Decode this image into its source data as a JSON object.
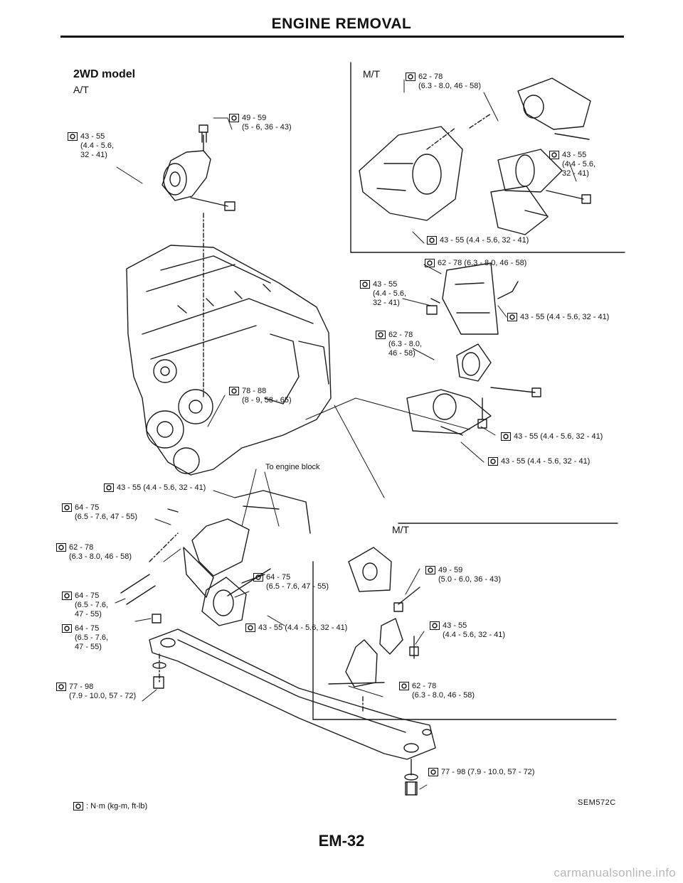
{
  "page": {
    "title": "ENGINE REMOVAL",
    "page_number": "EM-32",
    "figure_code": "SEM572C",
    "watermark": "carmanualsonline.info"
  },
  "left_panel": {
    "heading": "2WD model",
    "subheading": "A/T"
  },
  "panels": {
    "top_right_label": "M/T",
    "middle_right_label": "M/T",
    "engine_block_callout": "To engine block"
  },
  "legend": {
    "text": ": N·m (kg-m, ft-lb)",
    "icon": "torque-wrench-icon"
  },
  "torque_specs": {
    "at_top_bolt": "49 - 59\n(5 - 6, 36 - 43)",
    "at_left_bolt": "43 - 55\n(4.4 - 5.6,\n32 - 41)",
    "engine_bracket": "78 - 88\n(8 - 9, 58 - 65)",
    "lower_a": "43 - 55 (4.4 - 5.6, 32 - 41)",
    "lower_b": "64 - 75\n(6.5 - 7.6, 47 - 55)",
    "lower_c": "62 - 78\n(6.3 - 8.0, 46 - 58)",
    "lower_d": "64 - 75\n(6.5 - 7.6,\n47 - 55)",
    "lower_e": "64 - 75\n(6.5 - 7.6,\n47 - 55)",
    "lower_f": "77 - 98\n(7.9 - 10.0, 57 - 72)",
    "center_a": "64 - 75\n(6.5 - 7.6, 47 - 55)",
    "center_b": "43 - 55 (4.4 - 5.6, 32 - 41)",
    "crossmember": "77 - 98 (7.9 - 10.0, 57 - 72)",
    "mt_top": "62 - 78\n(6.3 - 8.0, 46 - 58)",
    "mt_right": "43 - 55\n(4.4 - 5.6,\n32 - 41)",
    "mt_bottom": "43 - 55 (4.4 - 5.6, 32 - 41)",
    "right_top": "62 - 78 (6.3 - 8.0, 46 - 58)",
    "right_left": "43 - 55\n(4.4 - 5.6,\n32 - 41)",
    "right_side": "43 - 55 (4.4 - 5.6, 32 - 41)",
    "right_mid": "62 - 78\n(6.3 - 8.0,\n46 - 58)",
    "right_low1": "43 - 55 (4.4 - 5.6, 32 - 41)",
    "right_low2": "43 - 55 (4.4 - 5.6, 32 - 41)",
    "mt2_a": "49 - 59\n(5.0 - 6.0, 36 - 43)",
    "mt2_b": "43 - 55\n(4.4 - 5.6, 32 - 41)",
    "mt2_c": "62 - 78\n(6.3 - 8.0, 46 - 58)"
  }
}
